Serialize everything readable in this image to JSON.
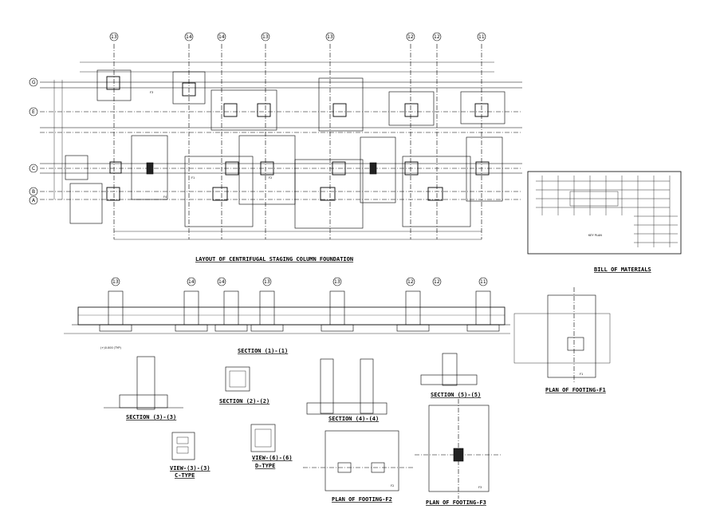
{
  "titles": {
    "layout": "LAYOUT OF CENTRIFUGAL STAGING COLUMN FOUNDATION",
    "bill": "BILL OF MATERIALS",
    "key_plan": "KEY PLAN",
    "section_11": "SECTION (1)-(1)",
    "section_33": "SECTION (3)-(3)",
    "section_22": "SECTION (2)-(2)",
    "section_44": "SECTION (4)-(4)",
    "section_55": "SECTION (5)-(5)",
    "view_33": "VIEW-(3)-(3)",
    "view_66": "VIEW-(6)-(6)",
    "c_type": "C-TYPE",
    "d_type": "D-TYPE",
    "plan_f1": "PLAN OF FOOTING-F1",
    "plan_f2": "PLAN OF FOOTING-F2",
    "plan_f3": "PLAN OF FOOTING-F3"
  },
  "grid": {
    "top_bubbles": [
      "13",
      "14",
      "14",
      "13",
      "13",
      "12",
      "12",
      "11"
    ],
    "left_bubbles": [
      "G",
      "E",
      "C",
      "B",
      "A"
    ],
    "section_bubbles": [
      "13",
      "14",
      "14",
      "13",
      "13",
      "12",
      "12",
      "11"
    ]
  },
  "tags": {
    "f1": "F1",
    "f2": "F2",
    "f3": "F3",
    "f4": "F4",
    "level": "(+)0.000 (TYP)"
  },
  "colors": {
    "line": "#000000",
    "hatch": "#444444",
    "fill": "#222222"
  }
}
